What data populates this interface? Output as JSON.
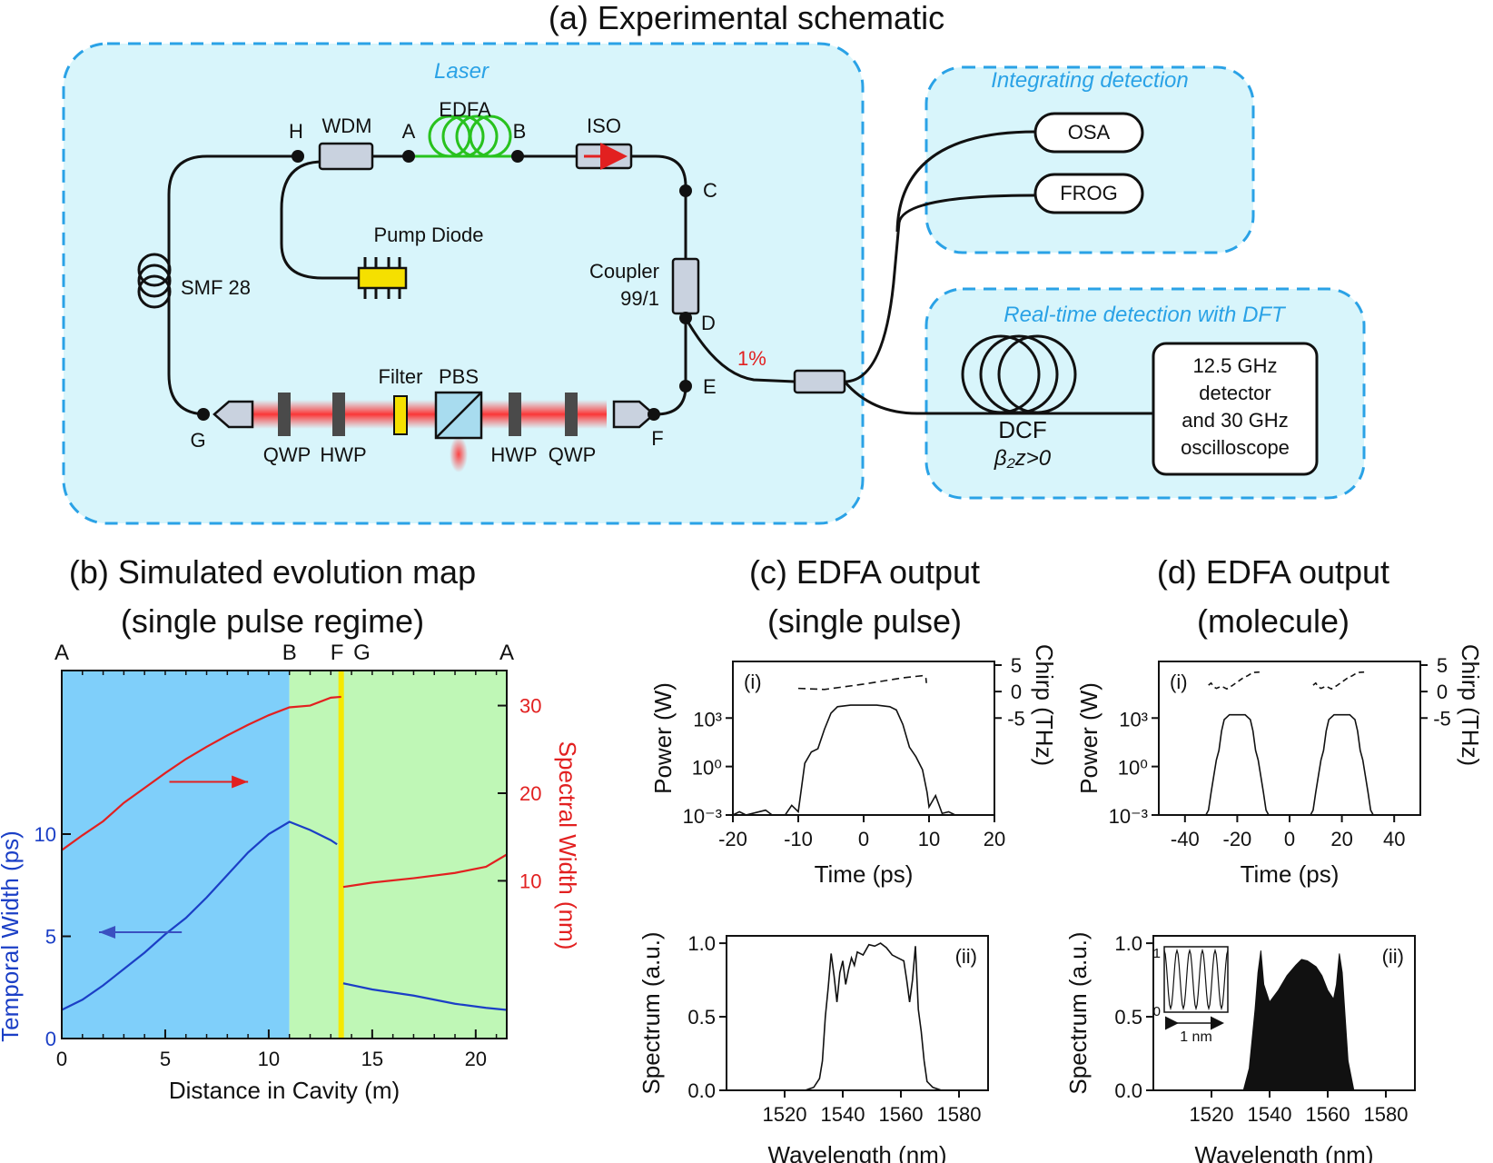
{
  "titles": {
    "a": "(a) Experimental schematic",
    "b1": "(b) Simulated evolution map",
    "b2": "(single pulse regime)",
    "c1": "(c) EDFA output",
    "c2": "(single pulse)",
    "d1": "(d) EDFA output",
    "d2": "(molecule)"
  },
  "schematic": {
    "laser_box": "Laser",
    "integrating_box": "Integrating detection",
    "realtime_box": "Real-time detection with DFT",
    "wdm": "WDM",
    "edfa": "EDFA",
    "iso": "ISO",
    "pump": "Pump Diode",
    "smf": "SMF 28",
    "coupler1": "Coupler",
    "coupler2": "99/1",
    "filter": "Filter",
    "pbs": "PBS",
    "qwp": "QWP",
    "hwp": "HWP",
    "pct": "1%",
    "osa": "OSA",
    "frog": "FROG",
    "dcf": "DCF",
    "dcf_sub": "β₂z>0",
    "det1": "12.5 GHz",
    "det2": "detector",
    "det3": "and 30 GHz",
    "det4": "oscilloscope",
    "points": [
      "H",
      "A",
      "B",
      "C",
      "D",
      "E",
      "F",
      "G"
    ]
  },
  "chart_data": [
    {
      "id": "b",
      "type": "line",
      "xlabel": "Distance in Cavity (m)",
      "ylabel_left": "Temporal Width (ps)",
      "ylabel_right": "Spectral Width (nm)",
      "xlim": [
        0,
        21.5
      ],
      "x_ticks": [
        0,
        5,
        10,
        15,
        20
      ],
      "y_left_lim": [
        0,
        18
      ],
      "y_left_ticks": [
        0,
        5,
        10
      ],
      "y_right_lim": [
        -8,
        34
      ],
      "y_right_ticks": [
        10,
        20,
        30
      ],
      "top_labels": [
        {
          "x": 0,
          "t": "A"
        },
        {
          "x": 11,
          "t": "B"
        },
        {
          "x": 13.3,
          "t": "F"
        },
        {
          "x": 14.5,
          "t": "G"
        },
        {
          "x": 21.5,
          "t": "A"
        }
      ],
      "regions": [
        {
          "from": 0,
          "to": 11,
          "color": "#7fcffa"
        },
        {
          "from": 11,
          "to": 21.5,
          "color": "#bff7b6"
        }
      ],
      "marker_line": {
        "x": 13.5,
        "color": "#f5e800"
      },
      "series": [
        {
          "axis": "right",
          "color": "#e22020",
          "segments": [
            [
              [
                0,
                13.5
              ],
              [
                1,
                15.2
              ],
              [
                2,
                16.8
              ],
              [
                3,
                18.9
              ],
              [
                4,
                20.6
              ],
              [
                5,
                22.3
              ],
              [
                6,
                23.9
              ],
              [
                7,
                25.3
              ],
              [
                8,
                26.6
              ],
              [
                9,
                27.8
              ],
              [
                10,
                28.9
              ],
              [
                11,
                29.8
              ],
              [
                12,
                30.0
              ],
              [
                13,
                30.9
              ],
              [
                13.5,
                31.0
              ]
            ],
            [
              [
                13.6,
                9.3
              ],
              [
                15,
                9.8
              ],
              [
                17,
                10.3
              ],
              [
                19,
                10.9
              ],
              [
                20.5,
                11.6
              ],
              [
                21.5,
                13.0
              ]
            ]
          ]
        },
        {
          "axis": "left",
          "color": "#1b3fc6",
          "segments": [
            [
              [
                0,
                1.4
              ],
              [
                1,
                1.9
              ],
              [
                2,
                2.6
              ],
              [
                3,
                3.4
              ],
              [
                4,
                4.2
              ],
              [
                5,
                5.1
              ],
              [
                6,
                5.9
              ],
              [
                7,
                6.9
              ],
              [
                8,
                8.0
              ],
              [
                9,
                9.1
              ],
              [
                10,
                10.0
              ],
              [
                11,
                10.6
              ],
              [
                12,
                10.2
              ],
              [
                13,
                9.7
              ],
              [
                13.3,
                9.5
              ]
            ],
            [
              [
                13.6,
                2.7
              ],
              [
                15,
                2.4
              ],
              [
                17,
                2.1
              ],
              [
                19,
                1.7
              ],
              [
                20.5,
                1.5
              ],
              [
                21.5,
                1.4
              ]
            ]
          ]
        }
      ],
      "arrows": [
        {
          "color": "#e22020",
          "x1": 5.2,
          "x2": 9,
          "y_axis": "right",
          "y": 21.3
        },
        {
          "color": "#3a50c0",
          "x1": 5.8,
          "x2": 1.8,
          "y_axis": "left",
          "y": 5.2
        }
      ]
    },
    {
      "id": "c_i",
      "type": "line",
      "label": "(i)",
      "xlabel": "Time (ps)",
      "ylabel_left": "Power (W)",
      "ylabel_right": "Chirp (THz)",
      "xlim": [
        -20,
        20
      ],
      "x_ticks": [
        -20,
        -10,
        0,
        10,
        20
      ],
      "y_left_log_lim": [
        -3,
        6.5
      ],
      "y_left_ticks": [
        "10⁻³",
        "10⁰",
        "10³"
      ],
      "y_left_tick_vals": [
        -3,
        0,
        3
      ],
      "y_right_ticks": [
        5,
        0,
        -5
      ],
      "power_log": [
        [
          -20,
          -3
        ],
        [
          -19,
          -2.8
        ],
        [
          -18,
          -3
        ],
        [
          -15,
          -2.7
        ],
        [
          -14,
          -3
        ],
        [
          -12,
          -3
        ],
        [
          -11,
          -2.4
        ],
        [
          -10,
          -2.8
        ],
        [
          -9.5,
          -1.3
        ],
        [
          -9,
          0.2
        ],
        [
          -8,
          0.9
        ],
        [
          -7,
          1.1
        ],
        [
          -6,
          2.3
        ],
        [
          -5,
          3.3
        ],
        [
          -4,
          3.7
        ],
        [
          -2,
          3.8
        ],
        [
          0,
          3.8
        ],
        [
          2,
          3.8
        ],
        [
          4,
          3.7
        ],
        [
          5,
          3.5
        ],
        [
          6,
          2.6
        ],
        [
          7,
          1.2
        ],
        [
          8,
          0.6
        ],
        [
          9,
          -0.2
        ],
        [
          9.7,
          -1.6
        ],
        [
          10,
          -2.5
        ],
        [
          11,
          -1.8
        ],
        [
          12,
          -2.9
        ],
        [
          13,
          -2.8
        ],
        [
          14,
          -3
        ]
      ],
      "chirp": [
        [
          -10,
          0.6
        ],
        [
          -6,
          0.4
        ],
        [
          -3,
          0.9
        ],
        [
          0,
          1.4
        ],
        [
          3,
          2.0
        ],
        [
          6,
          2.6
        ],
        [
          9,
          3.0
        ],
        [
          9.5,
          2.8
        ],
        [
          9.6,
          1.6
        ]
      ]
    },
    {
      "id": "c_ii",
      "type": "line",
      "label": "(ii)",
      "xlabel": "Wavelength (nm)",
      "ylabel": "Spectrum (a.u.)",
      "xlim": [
        1500,
        1590
      ],
      "x_ticks": [
        1520,
        1540,
        1560,
        1580
      ],
      "y_ticks": [
        0.0,
        0.5,
        1.0
      ],
      "ylim": [
        0,
        1.05
      ],
      "values": [
        [
          1500,
          0
        ],
        [
          1527,
          0
        ],
        [
          1530,
          0.02
        ],
        [
          1532,
          0.08
        ],
        [
          1533,
          0.2
        ],
        [
          1534,
          0.5
        ],
        [
          1535,
          0.7
        ],
        [
          1536,
          0.93
        ],
        [
          1537,
          0.78
        ],
        [
          1538,
          0.6
        ],
        [
          1539,
          0.8
        ],
        [
          1540,
          0.88
        ],
        [
          1541,
          0.72
        ],
        [
          1542,
          0.82
        ],
        [
          1543,
          0.9
        ],
        [
          1544,
          0.85
        ],
        [
          1545,
          0.94
        ],
        [
          1547,
          0.92
        ],
        [
          1549,
          0.99
        ],
        [
          1551,
          0.98
        ],
        [
          1553,
          1.0
        ],
        [
          1555,
          0.97
        ],
        [
          1557,
          0.92
        ],
        [
          1559,
          0.9
        ],
        [
          1561,
          0.88
        ],
        [
          1562,
          0.75
        ],
        [
          1563,
          0.6
        ],
        [
          1564,
          0.75
        ],
        [
          1565,
          0.98
        ],
        [
          1566,
          0.55
        ],
        [
          1567,
          0.4
        ],
        [
          1568,
          0.2
        ],
        [
          1569,
          0.06
        ],
        [
          1571,
          0.02
        ],
        [
          1574,
          0
        ],
        [
          1590,
          0
        ]
      ]
    },
    {
      "id": "d_i",
      "type": "line",
      "label": "(i)",
      "xlabel": "Time (ps)",
      "ylabel_left": "Power (W)",
      "ylabel_right": "Chirp (THz)",
      "xlim": [
        -50,
        50
      ],
      "x_ticks": [
        -40,
        -20,
        0,
        20,
        40
      ],
      "y_left_log_lim": [
        -3,
        6.5
      ],
      "y_left_ticks": [
        "10⁻³",
        "10⁰",
        "10³"
      ],
      "y_left_tick_vals": [
        -3,
        0,
        3
      ],
      "y_right_ticks": [
        5,
        0,
        -5
      ],
      "pulse_center": [
        -20,
        20
      ],
      "pulse_shape": [
        [
          -12,
          -3
        ],
        [
          -11,
          -2.7
        ],
        [
          -10,
          -1.6
        ],
        [
          -9,
          -0.6
        ],
        [
          -8,
          0.4
        ],
        [
          -7,
          1.0
        ],
        [
          -6,
          2.2
        ],
        [
          -5,
          2.9
        ],
        [
          -3,
          3.2
        ],
        [
          0,
          3.2
        ],
        [
          3,
          3.2
        ],
        [
          5,
          2.9
        ],
        [
          6,
          2.2
        ],
        [
          7,
          1.0
        ],
        [
          8,
          0.4
        ],
        [
          9,
          -0.6
        ],
        [
          10,
          -1.6
        ],
        [
          11,
          -2.7
        ],
        [
          12,
          -3
        ]
      ],
      "chirp_shape": [
        [
          -11,
          1.2
        ],
        [
          -10,
          1.6
        ],
        [
          -9,
          0.9
        ],
        [
          -8,
          0.6
        ],
        [
          -6,
          1.0
        ],
        [
          -4,
          0.5
        ],
        [
          -2,
          1.1
        ],
        [
          0,
          1.8
        ],
        [
          2,
          2.5
        ],
        [
          4,
          3.0
        ],
        [
          6,
          3.6
        ],
        [
          9,
          3.7
        ]
      ]
    },
    {
      "id": "d_ii",
      "type": "area",
      "label": "(ii)",
      "xlabel": "Wavelength (nm)",
      "ylabel": "Spectrum (a.u.)",
      "xlim": [
        1500,
        1590
      ],
      "x_ticks": [
        1520,
        1540,
        1560,
        1580
      ],
      "y_ticks": [
        0.0,
        0.5,
        1.0
      ],
      "ylim": [
        0,
        1.05
      ],
      "envelope": [
        [
          1531,
          0
        ],
        [
          1533,
          0.15
        ],
        [
          1535,
          0.55
        ],
        [
          1536,
          0.8
        ],
        [
          1537,
          0.95
        ],
        [
          1538,
          0.72
        ],
        [
          1540,
          0.6
        ],
        [
          1543,
          0.68
        ],
        [
          1546,
          0.78
        ],
        [
          1549,
          0.85
        ],
        [
          1551,
          0.89
        ],
        [
          1553,
          0.88
        ],
        [
          1556,
          0.84
        ],
        [
          1558,
          0.78
        ],
        [
          1560,
          0.68
        ],
        [
          1562,
          0.62
        ],
        [
          1563,
          0.72
        ],
        [
          1564,
          0.93
        ],
        [
          1565,
          0.8
        ],
        [
          1566,
          0.5
        ],
        [
          1567,
          0.2
        ],
        [
          1569,
          0
        ]
      ],
      "inset": {
        "x_label": "1 nm",
        "y_ticks": [
          "0",
          "1"
        ]
      }
    }
  ]
}
